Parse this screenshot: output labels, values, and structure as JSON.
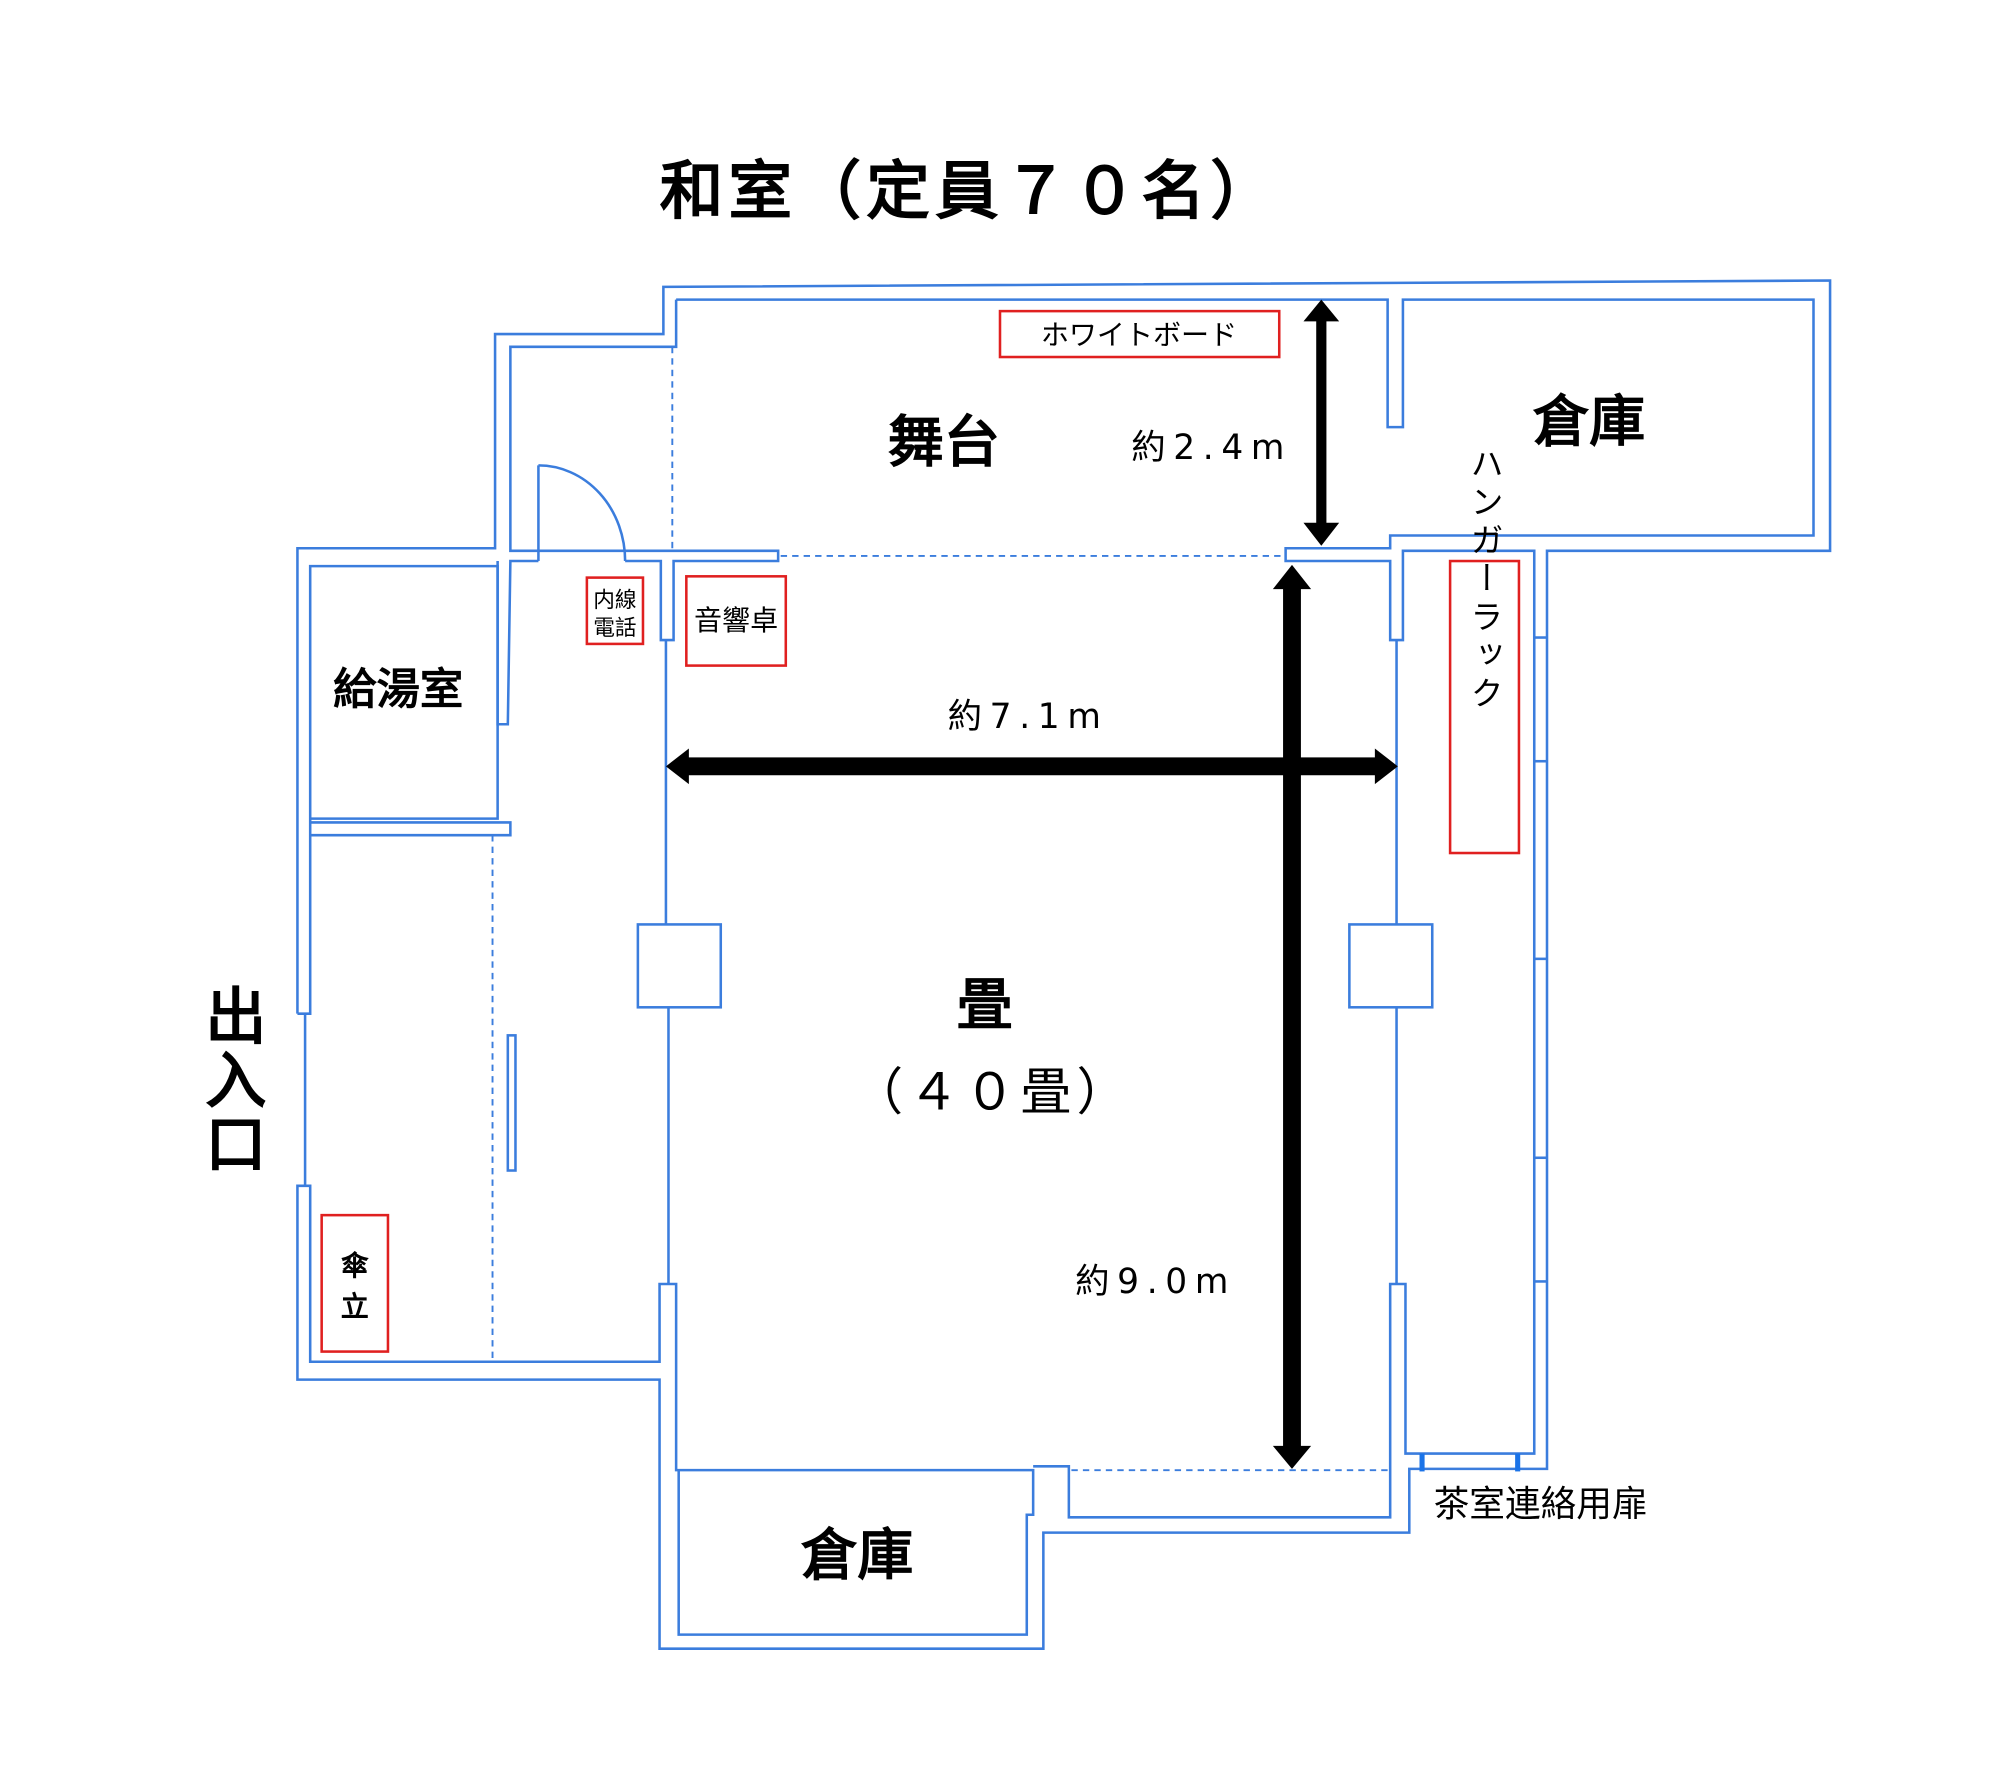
{
  "title": "和室（定員７０名）",
  "rooms": {
    "stage": "舞台",
    "storage_top": "倉庫",
    "kitchen": "給湯室",
    "tatami": "畳",
    "tatami_count": "（４０畳）",
    "storage_bottom": "倉庫"
  },
  "labels": {
    "whiteboard": "ホワイトボード",
    "phone_line1": "内線",
    "phone_line2": "電話",
    "sound_desk": "音響卓",
    "hanger_rack": "ハンガーラック",
    "umbrella_1": "傘",
    "umbrella_2": "立",
    "entrance": "出入口",
    "tearoom_door": "茶室連絡用扉"
  },
  "dimensions": {
    "stage_depth": "約2.4m",
    "width": "約7.1m",
    "length": "約9.0m"
  },
  "colors": {
    "wall": "#3b7ddd",
    "label_box": "#e02020",
    "arrow": "#000000"
  }
}
